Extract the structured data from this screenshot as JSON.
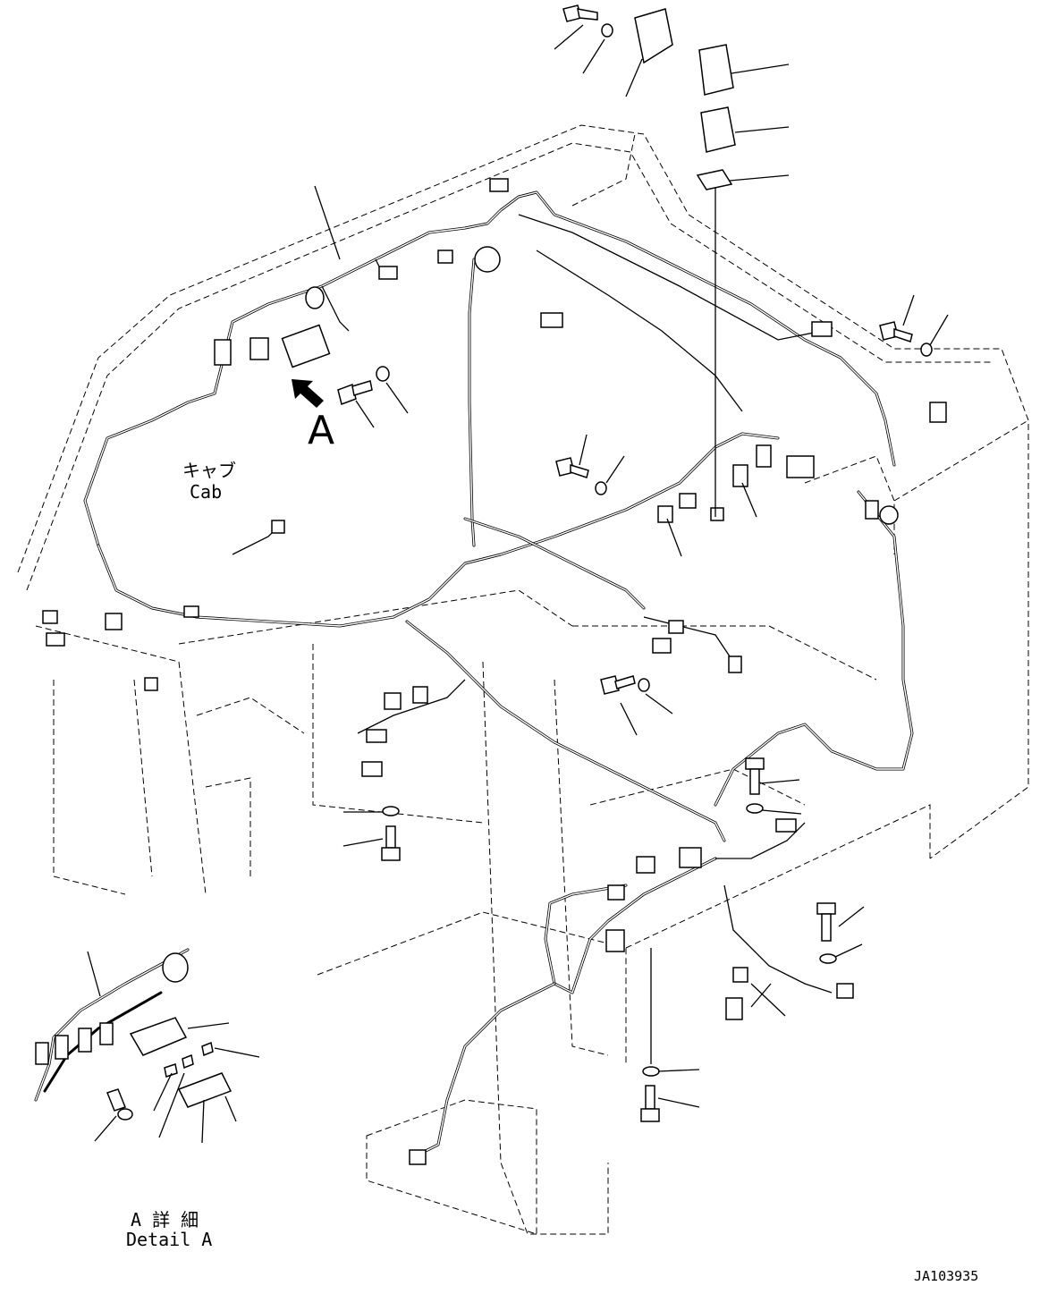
{
  "labels": {
    "view_a": "A",
    "cab_jp": "キャブ",
    "cab_en": "Cab",
    "detail_jp": "A 詳 細",
    "detail_en": "Detail A",
    "drawing_code": "JA103935"
  },
  "icons": {
    "view_arrow": "arrow-icon"
  }
}
